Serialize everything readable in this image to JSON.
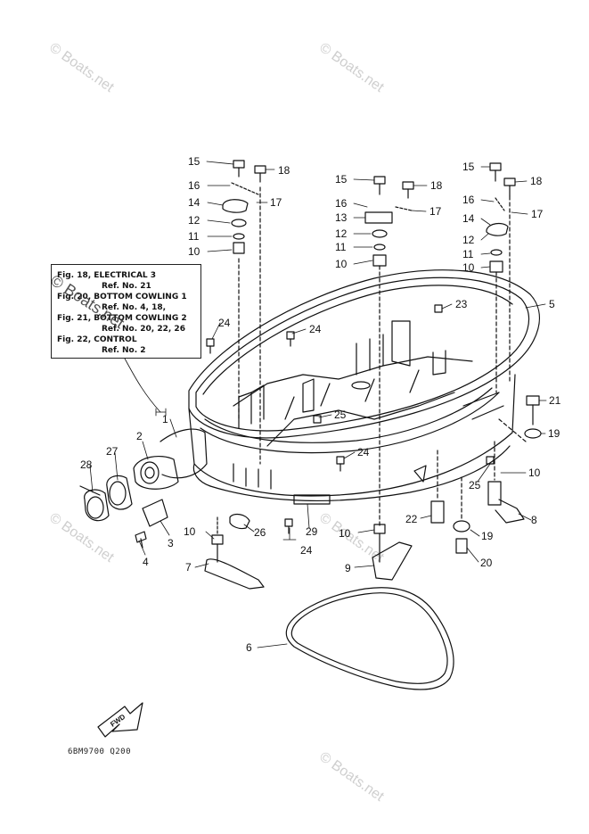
{
  "watermark": "© Boats.net",
  "reference_box": {
    "lines": [
      {
        "text": "Fig. 18, ELECTRICAL 3",
        "indent": false
      },
      {
        "text": "Ref. No. 21",
        "indent": true
      },
      {
        "text": "Fig. 20, BOTTOM COWLING 1",
        "indent": false
      },
      {
        "text": "Ref. No. 4, 18,",
        "indent": true
      },
      {
        "text": "Fig. 21, BOTTOM COWLING 2",
        "indent": false
      },
      {
        "text": "Ref. No. 20, 22, 26",
        "indent": true
      },
      {
        "text": "Fig. 22, CONTROL",
        "indent": false
      },
      {
        "text": "Ref. No. 2",
        "indent": true
      }
    ]
  },
  "fwd_label": "FWD",
  "diagram_code": "6BM9700 Q200",
  "callouts": [
    {
      "id": "c15a",
      "label": "15"
    },
    {
      "id": "c18a",
      "label": "18"
    },
    {
      "id": "c16a",
      "label": "16"
    },
    {
      "id": "c14a",
      "label": "14"
    },
    {
      "id": "c17a",
      "label": "17"
    },
    {
      "id": "c12a",
      "label": "12"
    },
    {
      "id": "c11a",
      "label": "11"
    },
    {
      "id": "c10a",
      "label": "10"
    },
    {
      "id": "c15b",
      "label": "15"
    },
    {
      "id": "c18b",
      "label": "18"
    },
    {
      "id": "c16b",
      "label": "16"
    },
    {
      "id": "c13b",
      "label": "13"
    },
    {
      "id": "c17b",
      "label": "17"
    },
    {
      "id": "c12b",
      "label": "12"
    },
    {
      "id": "c11b",
      "label": "11"
    },
    {
      "id": "c10b",
      "label": "10"
    },
    {
      "id": "c15c",
      "label": "15"
    },
    {
      "id": "c18c",
      "label": "18"
    },
    {
      "id": "c16c",
      "label": "16"
    },
    {
      "id": "c17c",
      "label": "17"
    },
    {
      "id": "c14c",
      "label": "14"
    },
    {
      "id": "c12c",
      "label": "12"
    },
    {
      "id": "c11c",
      "label": "11"
    },
    {
      "id": "c10c",
      "label": "10"
    },
    {
      "id": "c23",
      "label": "23"
    },
    {
      "id": "c5",
      "label": "5"
    },
    {
      "id": "c24a",
      "label": "24"
    },
    {
      "id": "c24b",
      "label": "24"
    },
    {
      "id": "c24c",
      "label": "24"
    },
    {
      "id": "c24d",
      "label": "24"
    },
    {
      "id": "c25a",
      "label": "25"
    },
    {
      "id": "c25b",
      "label": "25"
    },
    {
      "id": "c21",
      "label": "21"
    },
    {
      "id": "c19a",
      "label": "19"
    },
    {
      "id": "c10d",
      "label": "10"
    },
    {
      "id": "c1",
      "label": "1"
    },
    {
      "id": "c2",
      "label": "2"
    },
    {
      "id": "c27",
      "label": "27"
    },
    {
      "id": "c28",
      "label": "28"
    },
    {
      "id": "c3",
      "label": "3"
    },
    {
      "id": "c4",
      "label": "4"
    },
    {
      "id": "c10e",
      "label": "10"
    },
    {
      "id": "c26",
      "label": "26"
    },
    {
      "id": "c29",
      "label": "29"
    },
    {
      "id": "c7",
      "label": "7"
    },
    {
      "id": "c10f",
      "label": "10"
    },
    {
      "id": "c9",
      "label": "9"
    },
    {
      "id": "c22",
      "label": "22"
    },
    {
      "id": "c19b",
      "label": "19"
    },
    {
      "id": "c20",
      "label": "20"
    },
    {
      "id": "c8",
      "label": "8"
    },
    {
      "id": "c6",
      "label": "6"
    }
  ]
}
